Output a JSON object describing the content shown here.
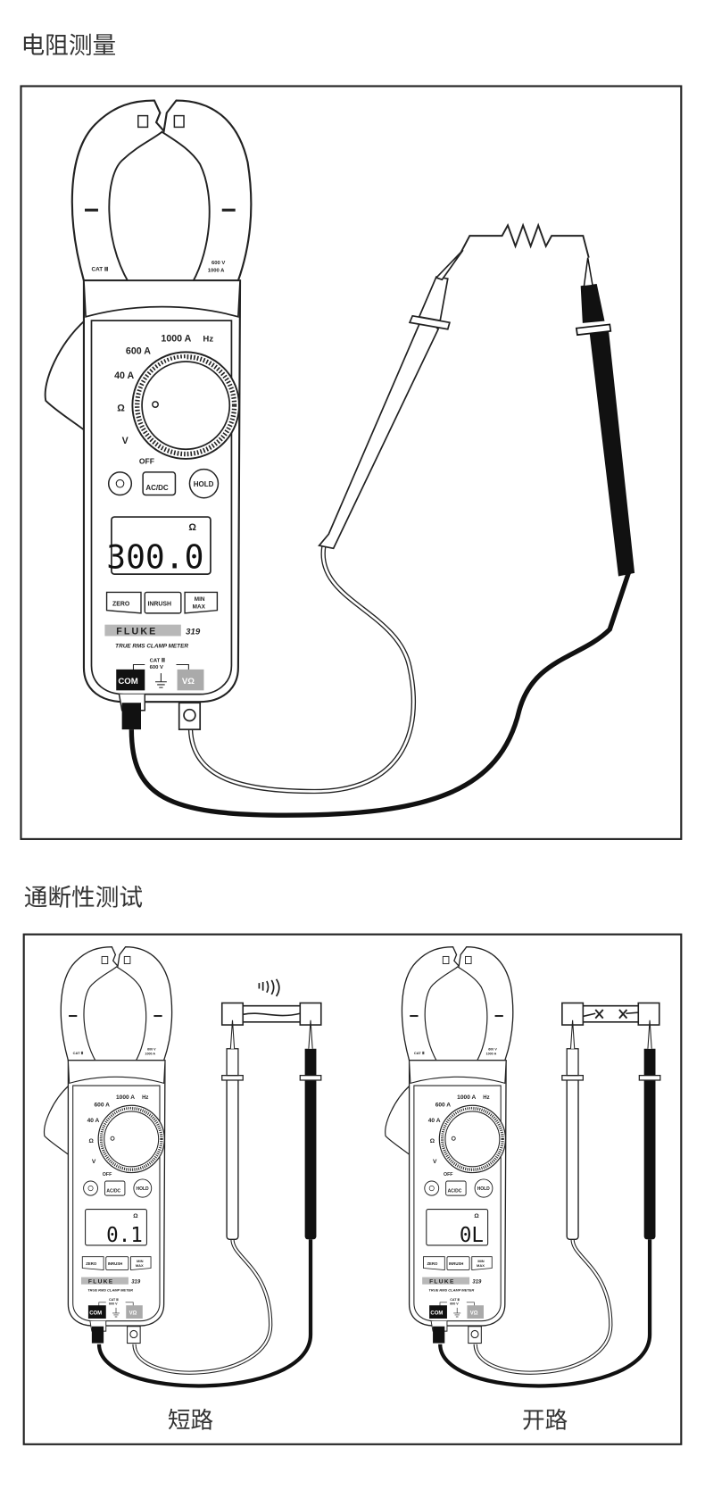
{
  "sections": [
    {
      "title": "电阻测量"
    },
    {
      "title": "通断性测试",
      "captions": [
        "短路",
        "开路"
      ]
    }
  ],
  "meter": {
    "cat_jaw": "CAT Ⅲ",
    "jaw_rating_v": "600 V",
    "jaw_rating_a": "1000 A",
    "range_1000a": "1000 A",
    "range_hz": "Hz",
    "range_600a": "600 A",
    "range_40a": "40 A",
    "range_ohm": "Ω",
    "range_v": "V",
    "range_off": "OFF",
    "btn_acdc": "AC/DC",
    "btn_hold": "HOLD",
    "btn_zero": "ZERO",
    "btn_inrush": "INRUSH",
    "btn_min": "MIN",
    "btn_max": "MAX",
    "brand": "FLUKE",
    "model": "319",
    "subtitle": "TRUE RMS CLAMP METER",
    "cat_jack": "CAT Ⅲ",
    "cat_jack_v": "600 V",
    "jack_com": "COM",
    "jack_vohm": "VΩ",
    "unit": "Ω"
  },
  "displays": [
    "300.0",
    "0.1",
    "0L"
  ],
  "colors": {
    "frame": "#222222",
    "lead_black": "#111111",
    "brand_band": "#b8b8b8"
  }
}
